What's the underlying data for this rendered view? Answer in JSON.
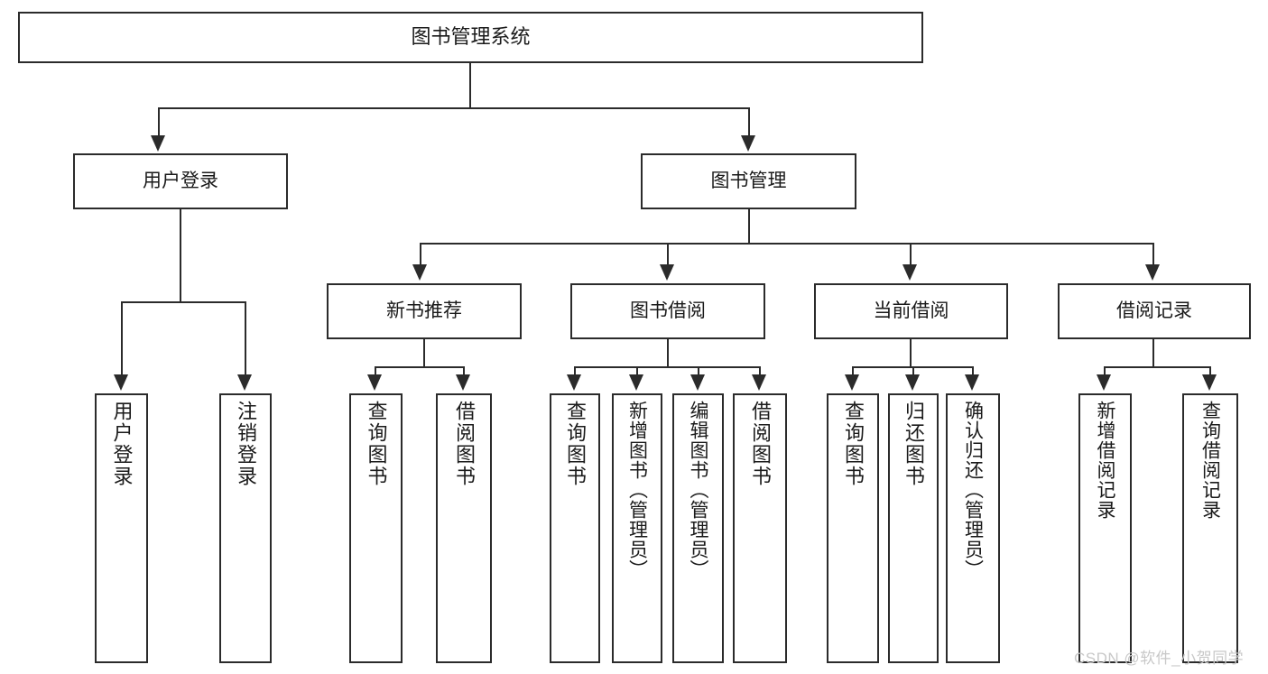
{
  "diagram": {
    "type": "tree",
    "title": "图书管理系统",
    "root": {
      "label": "图书管理系统"
    },
    "level2": [
      {
        "label": "用户登录"
      },
      {
        "label": "图书管理"
      }
    ],
    "level3": [
      {
        "label": "新书推荐"
      },
      {
        "label": "图书借阅"
      },
      {
        "label": "当前借阅"
      },
      {
        "label": "借阅记录"
      }
    ],
    "leaves": {
      "user_login": [
        {
          "label": "用户登录"
        },
        {
          "label": "注销登录"
        }
      ],
      "new_book_recommend": [
        {
          "label": "查询图书"
        },
        {
          "label": "借阅图书"
        }
      ],
      "book_borrow": [
        {
          "label": "查询图书"
        },
        {
          "label": "新增图书（管理员）"
        },
        {
          "label": "编辑图书（管理员）"
        },
        {
          "label": "借阅图书"
        }
      ],
      "current_borrow": [
        {
          "label": "查询图书"
        },
        {
          "label": "归还图书"
        },
        {
          "label": "确认归还（管理员）"
        }
      ],
      "borrow_record": [
        {
          "label": "新增借阅记录"
        },
        {
          "label": "查询借阅记录"
        }
      ]
    }
  },
  "watermark": {
    "text": "CSDN @软件_小贺同学"
  },
  "colors": {
    "stroke": "#2b2b2b",
    "background": "#ffffff",
    "text": "#1a1a1a",
    "watermark": "#c8c8c8"
  }
}
